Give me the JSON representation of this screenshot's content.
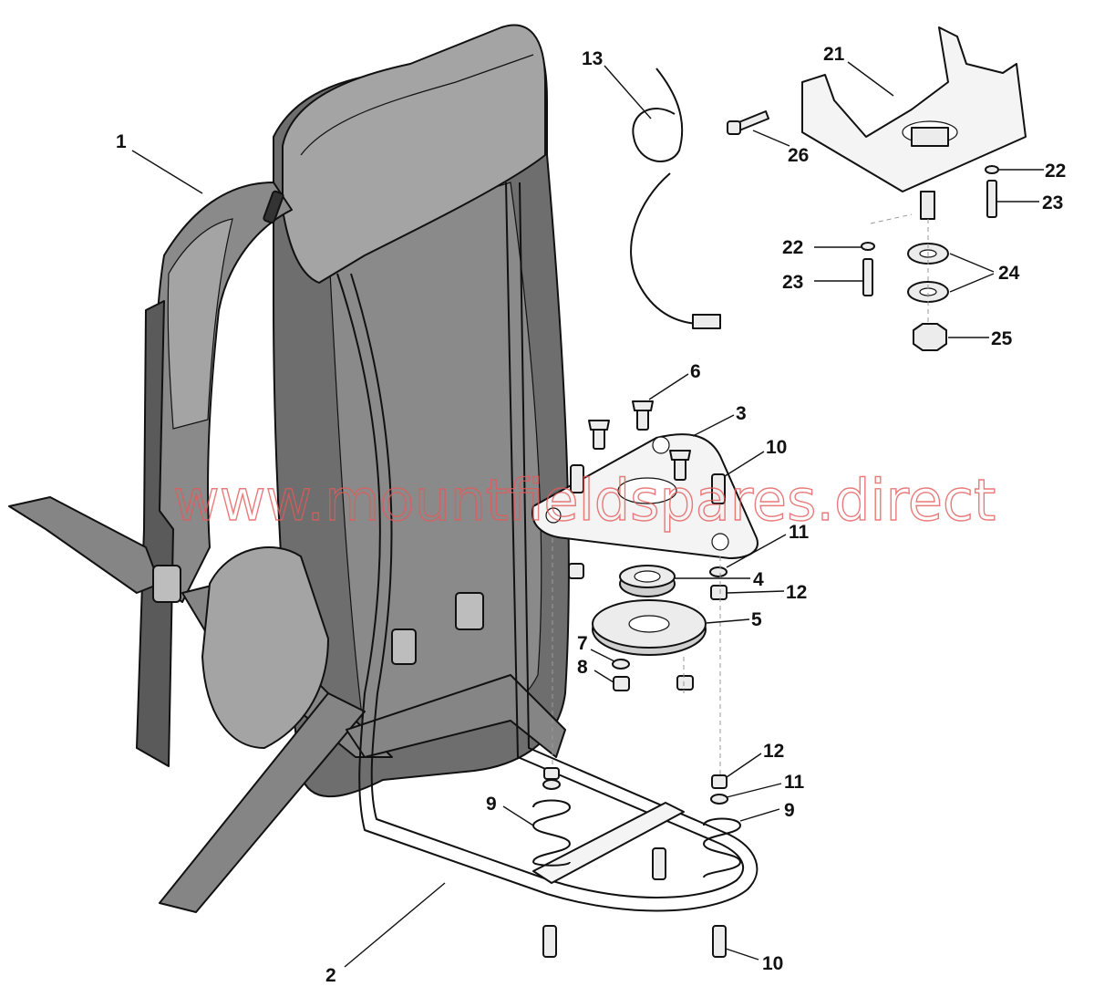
{
  "labels": {
    "l1": "1",
    "l2": "2",
    "l3": "3",
    "l4": "4",
    "l5": "5",
    "l6": "6",
    "l7": "7",
    "l8": "8",
    "l9a": "9",
    "l9b": "9",
    "l10a": "10",
    "l10b": "10",
    "l11a": "11",
    "l11b": "11",
    "l12a": "12",
    "l12b": "12",
    "l13": "13",
    "l21": "21",
    "l22a": "22",
    "l22b": "22",
    "l23a": "23",
    "l23b": "23",
    "l24": "24",
    "l25": "25",
    "l26": "26"
  },
  "watermark": "www.mountfieldspares.direct",
  "colors": {
    "watermark": "#e45a5a",
    "pad": "#6e6e6e",
    "strap": "#858585",
    "metal": "#f4f4f4"
  }
}
